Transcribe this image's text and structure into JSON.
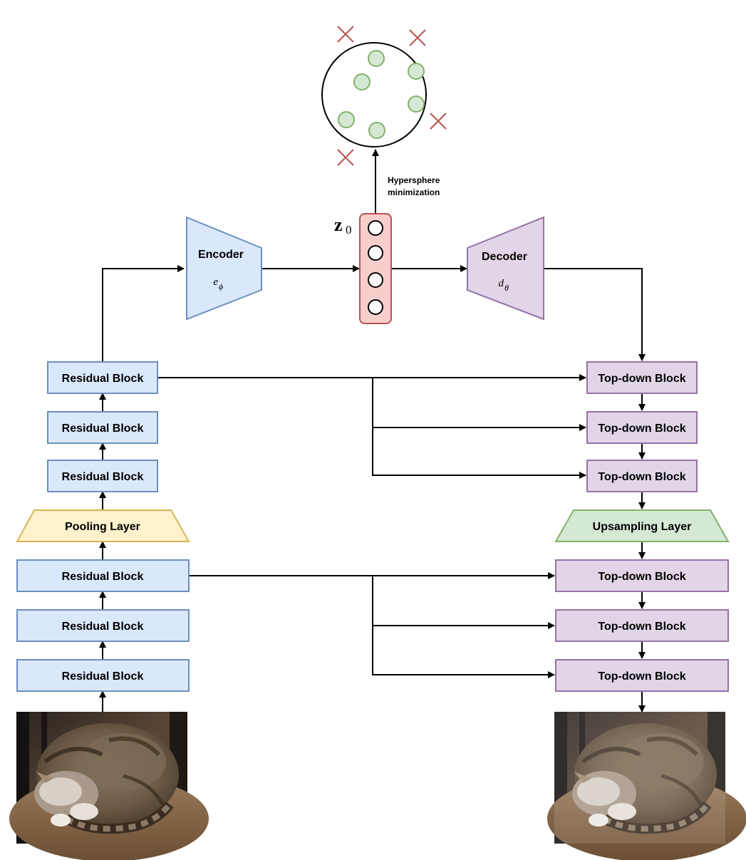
{
  "encoder": {
    "label": "Encoder",
    "symbol": "e",
    "subscript": "ϕ"
  },
  "decoder": {
    "label": "Decoder",
    "symbol": "d",
    "subscript": "θ"
  },
  "latent": {
    "symbol": "z",
    "subscript": "0"
  },
  "hypersphere": {
    "label_line1": "Hypersphere",
    "label_line2": "minimization"
  },
  "encoder_stack": {
    "residual_label": "Residual Block",
    "pooling_label": "Pooling Layer"
  },
  "decoder_stack": {
    "topdown_label": "Top-down Block",
    "upsampling_label": "Upsampling Layer"
  },
  "images": {
    "input": "cat-photo",
    "output": "reconstructed-cat-photo"
  },
  "colors": {
    "residual_fill": "#dae8fc",
    "residual_stroke": "#6c8ebf",
    "topdown_fill": "#e1d5e7",
    "topdown_stroke": "#9673a6",
    "pooling_fill": "#fff2cc",
    "pooling_stroke": "#d6b656",
    "upsampling_fill": "#d5e8d4",
    "upsampling_stroke": "#82b366",
    "latent_fill": "#f8cecc",
    "latent_stroke": "#b85450",
    "normal_point": "#82b366",
    "anomaly_mark": "#b85450"
  }
}
